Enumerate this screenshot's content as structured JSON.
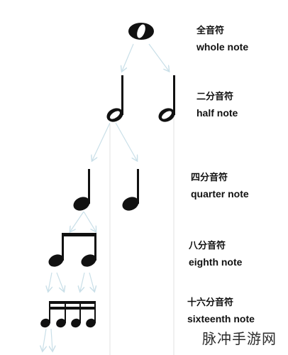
{
  "levels": [
    {
      "zh": "全音符",
      "en": "whole note"
    },
    {
      "zh": "二分音符",
      "en": "half note"
    },
    {
      "zh": "四分音符",
      "en": "quarter note"
    },
    {
      "zh": "八分音符",
      "en": "eighth note"
    },
    {
      "zh": "十六分音符",
      "en": "sixteenth note"
    }
  ],
  "watermark": "脉冲手游网",
  "colors": {
    "ink": "#111111",
    "arrow": "#c9dfe8",
    "guide": "#e2e2e2"
  }
}
